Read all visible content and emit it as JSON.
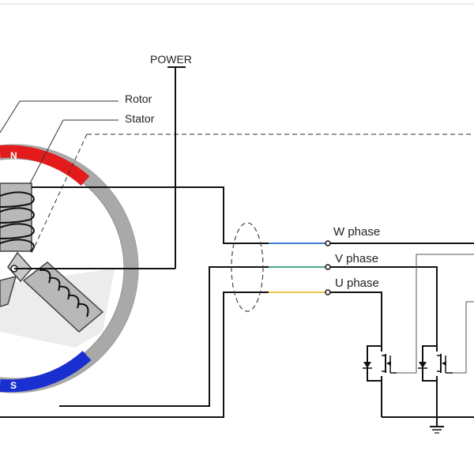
{
  "labels": {
    "power": "POWER",
    "rotor": "Rotor",
    "stator": "Stator",
    "north": "N",
    "south": "S",
    "w_phase": "W phase",
    "v_phase": "V phase",
    "u_phase": "U phase"
  },
  "colors": {
    "north_pole": "#e41b1b",
    "south_pole": "#1a2fd0",
    "stator_ring": "#a9a9a9",
    "rotor_gray": "#b5b5b5",
    "w_wire": "#3d7fd1",
    "v_wire": "#4fa58a",
    "u_wire": "#f0c84a",
    "wire": "#111111"
  },
  "icons": [
    "ground-icon",
    "mosfet-icon",
    "terminal-icon"
  ]
}
